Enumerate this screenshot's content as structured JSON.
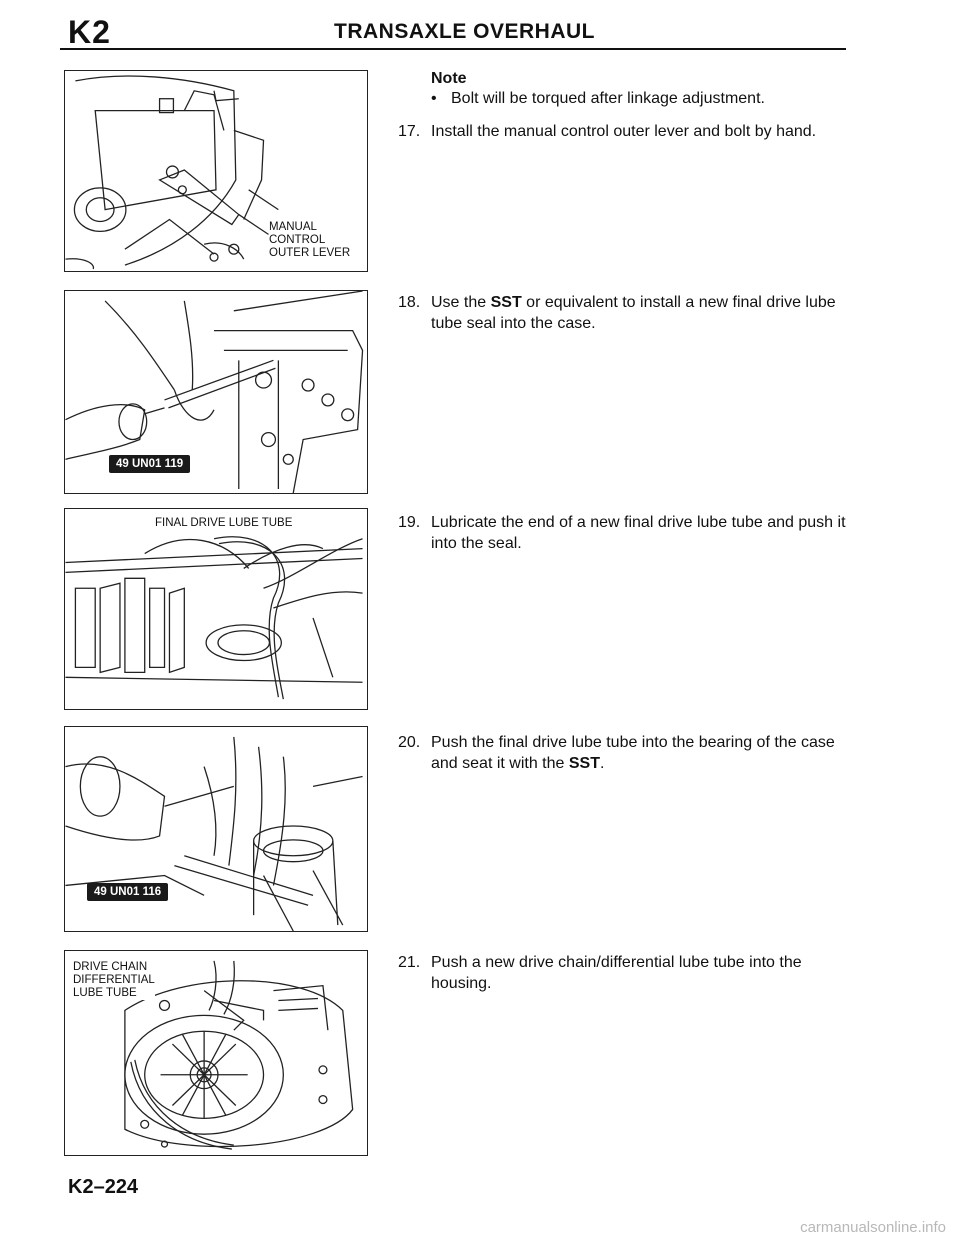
{
  "header": {
    "section_code": "K2",
    "title": "TRANSAXLE OVERHAUL"
  },
  "note": {
    "title": "Note",
    "bullet": "Bolt will be torqued after linkage adjustment."
  },
  "steps": [
    {
      "number": "17.",
      "text": "Install the manual control outer lever and bolt by hand."
    },
    {
      "number": "18.",
      "before": "Use the ",
      "bold": "SST",
      "after": " or equivalent to install a new final drive lube tube seal into the case."
    },
    {
      "number": "19.",
      "text": "Lubricate the end of a new final drive lube tube and push it into the seal."
    },
    {
      "number": "20.",
      "before": "Push the final drive lube tube into the bearing of the case and seat it with the ",
      "bold": "SST",
      "after": "."
    },
    {
      "number": "21.",
      "text": "Push a new drive chain/differential lube tube into the housing."
    }
  ],
  "figures": {
    "fig1": {
      "label_lines": [
        "MANUAL",
        "CONTROL",
        "OUTER LEVER"
      ]
    },
    "fig2": {
      "tool": "49 UN01 119"
    },
    "fig3": {
      "label": "FINAL DRIVE LUBE TUBE"
    },
    "fig4": {
      "tool": "49 UN01 116"
    },
    "fig5": {
      "label_lines": [
        "DRIVE CHAIN",
        "DIFFERENTIAL",
        "LUBE TUBE"
      ]
    }
  },
  "footer": {
    "page_number": "K2–224",
    "watermark": "carmanualsonline.info"
  }
}
